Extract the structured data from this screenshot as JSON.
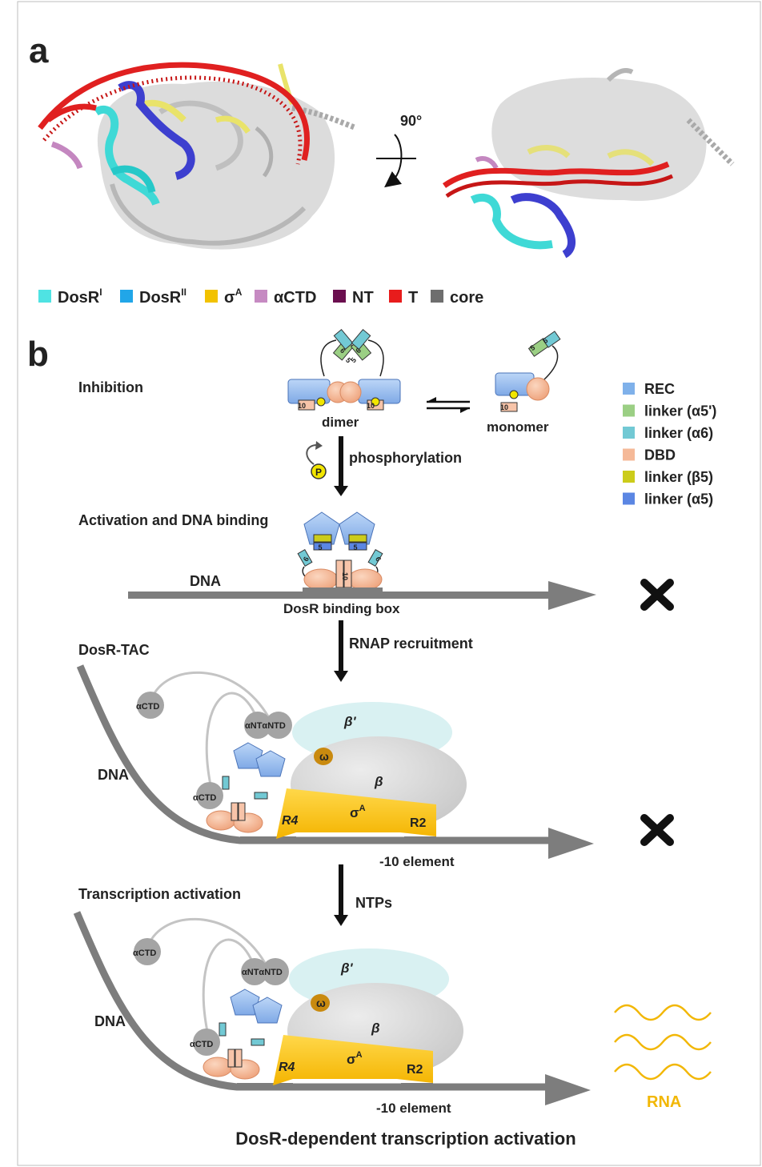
{
  "panel_a": {
    "label": "a",
    "rotation": "90°",
    "legend": [
      {
        "text": "DosR",
        "sup": "I",
        "color": "#4fe3e3"
      },
      {
        "text": "DosR",
        "sup": "II",
        "color": "#21a6e8"
      },
      {
        "text": "σ",
        "sup": "A",
        "color": "#f2c200"
      },
      {
        "text": "αCTD",
        "sup": "",
        "color": "#c68ac2"
      },
      {
        "text": "NT",
        "sup": "",
        "color": "#6b0f4f"
      },
      {
        "text": "T",
        "sup": "",
        "color": "#e81c1c"
      },
      {
        "text": "core",
        "sup": "",
        "color": "#6e6e6e"
      }
    ]
  },
  "panel_b": {
    "label": "b",
    "inhibition": {
      "title": "Inhibition",
      "dimer": "dimer",
      "monomer": "monomer",
      "phos_symbol": "P",
      "arrow": "phosphorylation"
    },
    "activation": {
      "title": "Activation and DNA binding",
      "dna": "DNA",
      "box": "DosR binding box",
      "arrow": "RNAP recruitment"
    },
    "tac": {
      "title": "DosR-TAC",
      "dna": "DNA",
      "actd": "αCTD",
      "antd": "αNTαNTD",
      "beta_prime": "β'",
      "omega": "ω",
      "beta": "β",
      "sigma": "σ",
      "sigma_sup": "A",
      "r4": "R4",
      "r2": "R2",
      "element": "-10 element",
      "arrow": "NTPs"
    },
    "transcription": {
      "title": "Transcription activation",
      "dna": "DNA",
      "actd": "αCTD",
      "antd": "αNTαNTD",
      "beta_prime": "β'",
      "omega": "ω",
      "beta": "β",
      "sigma": "σ",
      "sigma_sup": "A",
      "r4": "R4",
      "r2": "R2",
      "element": "-10 element",
      "rna": "RNA"
    },
    "legend": [
      {
        "text": "REC",
        "color": "#7fb1ea"
      },
      {
        "text": "linker (α5')",
        "color": "#9bcf84"
      },
      {
        "text": "linker (α6)",
        "color": "#72c9d4"
      },
      {
        "text": "DBD",
        "color": "#f5b998"
      },
      {
        "text": "linker (β5)",
        "color": "#cccc1a"
      },
      {
        "text": "linker (α5)",
        "color": "#5b86e3"
      }
    ],
    "helix_labels": {
      "h5": "5",
      "h6": "6",
      "h10": "10"
    },
    "caption": "DosR-dependent transcription activation"
  }
}
